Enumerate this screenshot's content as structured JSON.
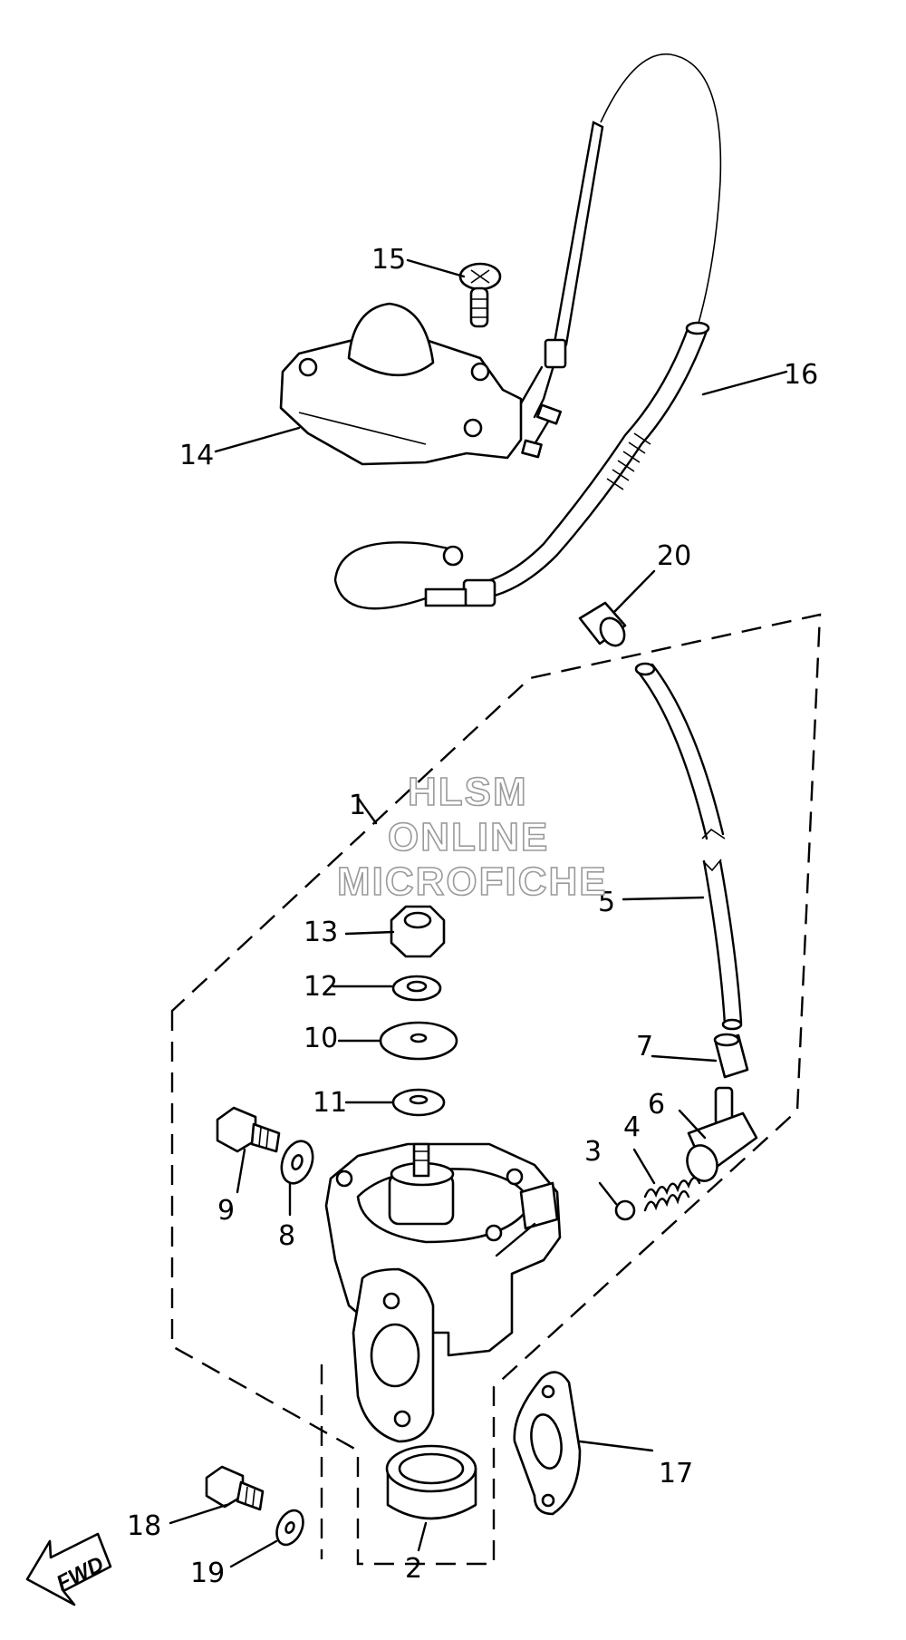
{
  "callouts": {
    "c1": "1",
    "c2": "2",
    "c3": "3",
    "c4": "4",
    "c5": "5",
    "c6": "6",
    "c7": "7",
    "c8": "8",
    "c9": "9",
    "c10": "10",
    "c11": "11",
    "c12": "12",
    "c13": "13",
    "c14": "14",
    "c15": "15",
    "c16": "16",
    "c17": "17",
    "c18": "18",
    "c19": "19",
    "c20": "20"
  },
  "watermark": {
    "line1": "HLSM",
    "line2": "ONLINE",
    "line3": "MICROFICHE"
  },
  "direction": {
    "label": "FWD"
  }
}
